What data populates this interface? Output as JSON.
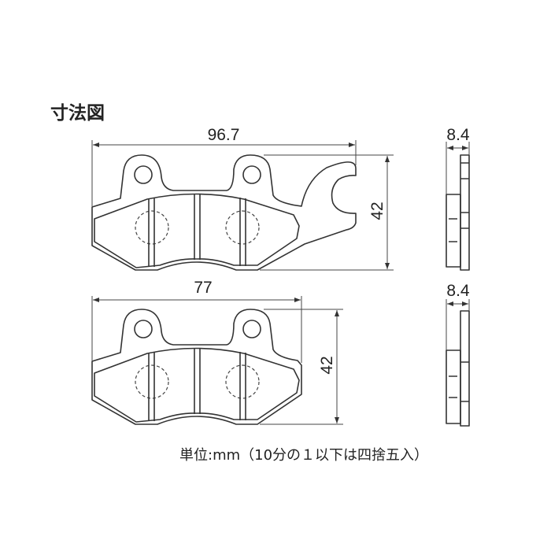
{
  "title": "寸法図",
  "dimensions": {
    "top_pad_width": "96.7",
    "top_pad_height": "42",
    "bottom_pad_width": "77",
    "bottom_pad_height": "42",
    "top_thickness": "8.4",
    "bottom_thickness": "8.4"
  },
  "footer": "単位:mm（10分の１以下は四捨五入）"
}
